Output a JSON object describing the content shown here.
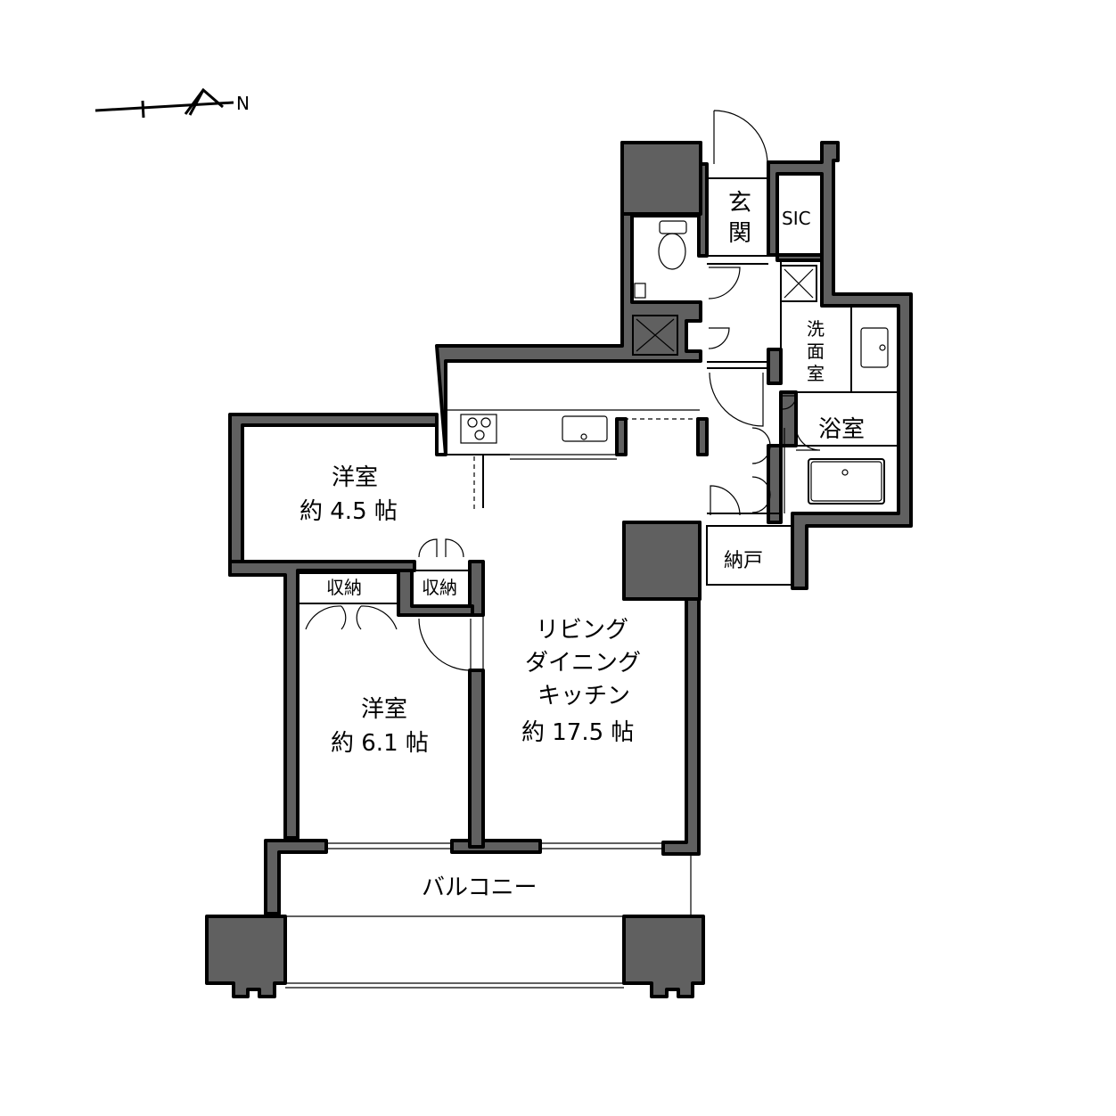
{
  "compass": {
    "label": "N"
  },
  "rooms": {
    "entrance": [
      "玄",
      "関"
    ],
    "sic": "SIC",
    "washroom": [
      "洗",
      "面",
      "室"
    ],
    "bathroom": "浴室",
    "storeroom": "納戸",
    "bedroom_small": {
      "name": "洋室",
      "size": "約 4.5 帖"
    },
    "bedroom_large": {
      "name": "洋室",
      "size": "約 6.1 帖"
    },
    "closet_left": "収納",
    "closet_right": "収納",
    "ldk": {
      "line1": "リビング",
      "line2": "ダイニング",
      "line3": "キッチン",
      "size": "約 17.5 帖"
    },
    "balcony": "バルコニー"
  }
}
